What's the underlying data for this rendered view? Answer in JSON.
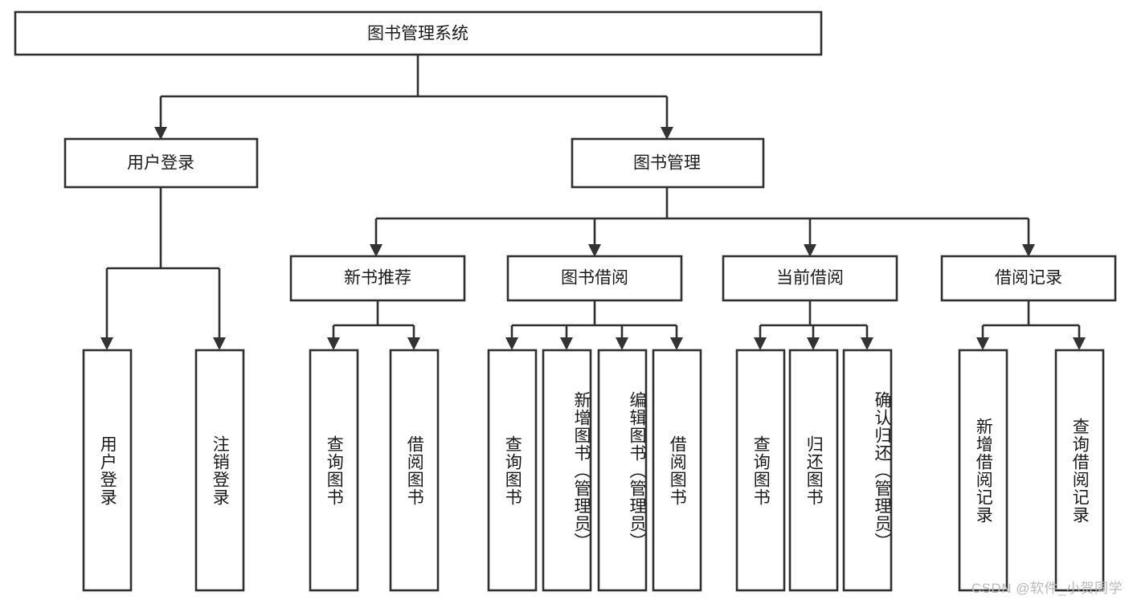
{
  "diagram": {
    "type": "tree-hierarchy",
    "title": "图书管理系统",
    "root": {
      "id": "root",
      "label": "图书管理系统"
    },
    "level1": [
      {
        "id": "user-login",
        "label": "用户登录"
      },
      {
        "id": "book-management",
        "label": "图书管理"
      }
    ],
    "level2": [
      {
        "id": "new-book-recommend",
        "label": "新书推荐",
        "parent": "book-management"
      },
      {
        "id": "book-borrow",
        "label": "图书借阅",
        "parent": "book-management"
      },
      {
        "id": "current-borrow",
        "label": "当前借阅",
        "parent": "book-management"
      },
      {
        "id": "borrow-record",
        "label": "借阅记录",
        "parent": "book-management"
      }
    ],
    "leaves": {
      "user-login": [
        {
          "id": "leaf-user-login",
          "label": "用户登录"
        },
        {
          "id": "leaf-logout",
          "label": "注销登录"
        }
      ],
      "new-book-recommend": [
        {
          "id": "leaf-query-book-1",
          "label": "查询图书"
        },
        {
          "id": "leaf-borrow-book-1",
          "label": "借阅图书"
        }
      ],
      "book-borrow": [
        {
          "id": "leaf-query-book-2",
          "label": "查询图书"
        },
        {
          "id": "leaf-add-book",
          "label": "新增图书（管理员）"
        },
        {
          "id": "leaf-edit-book",
          "label": "编辑图书（管理员）"
        },
        {
          "id": "leaf-borrow-book-2",
          "label": "借阅图书"
        }
      ],
      "current-borrow": [
        {
          "id": "leaf-query-book-3",
          "label": "查询图书"
        },
        {
          "id": "leaf-return-book",
          "label": "归还图书"
        },
        {
          "id": "leaf-confirm-return",
          "label": "确认归还（管理员）"
        }
      ],
      "borrow-record": [
        {
          "id": "leaf-add-record",
          "label": "新增借阅记录"
        },
        {
          "id": "leaf-query-record",
          "label": "查询借阅记录"
        }
      ]
    }
  },
  "watermark": {
    "text": "CSDN @软件_小贺同学"
  },
  "colors": {
    "box_stroke": "#2f2f2f",
    "box_fill": "#ffffff",
    "text": "#1a1a1a",
    "connector": "#2f2f2f",
    "watermark": "#b9b9b9",
    "background": "#ffffff"
  }
}
